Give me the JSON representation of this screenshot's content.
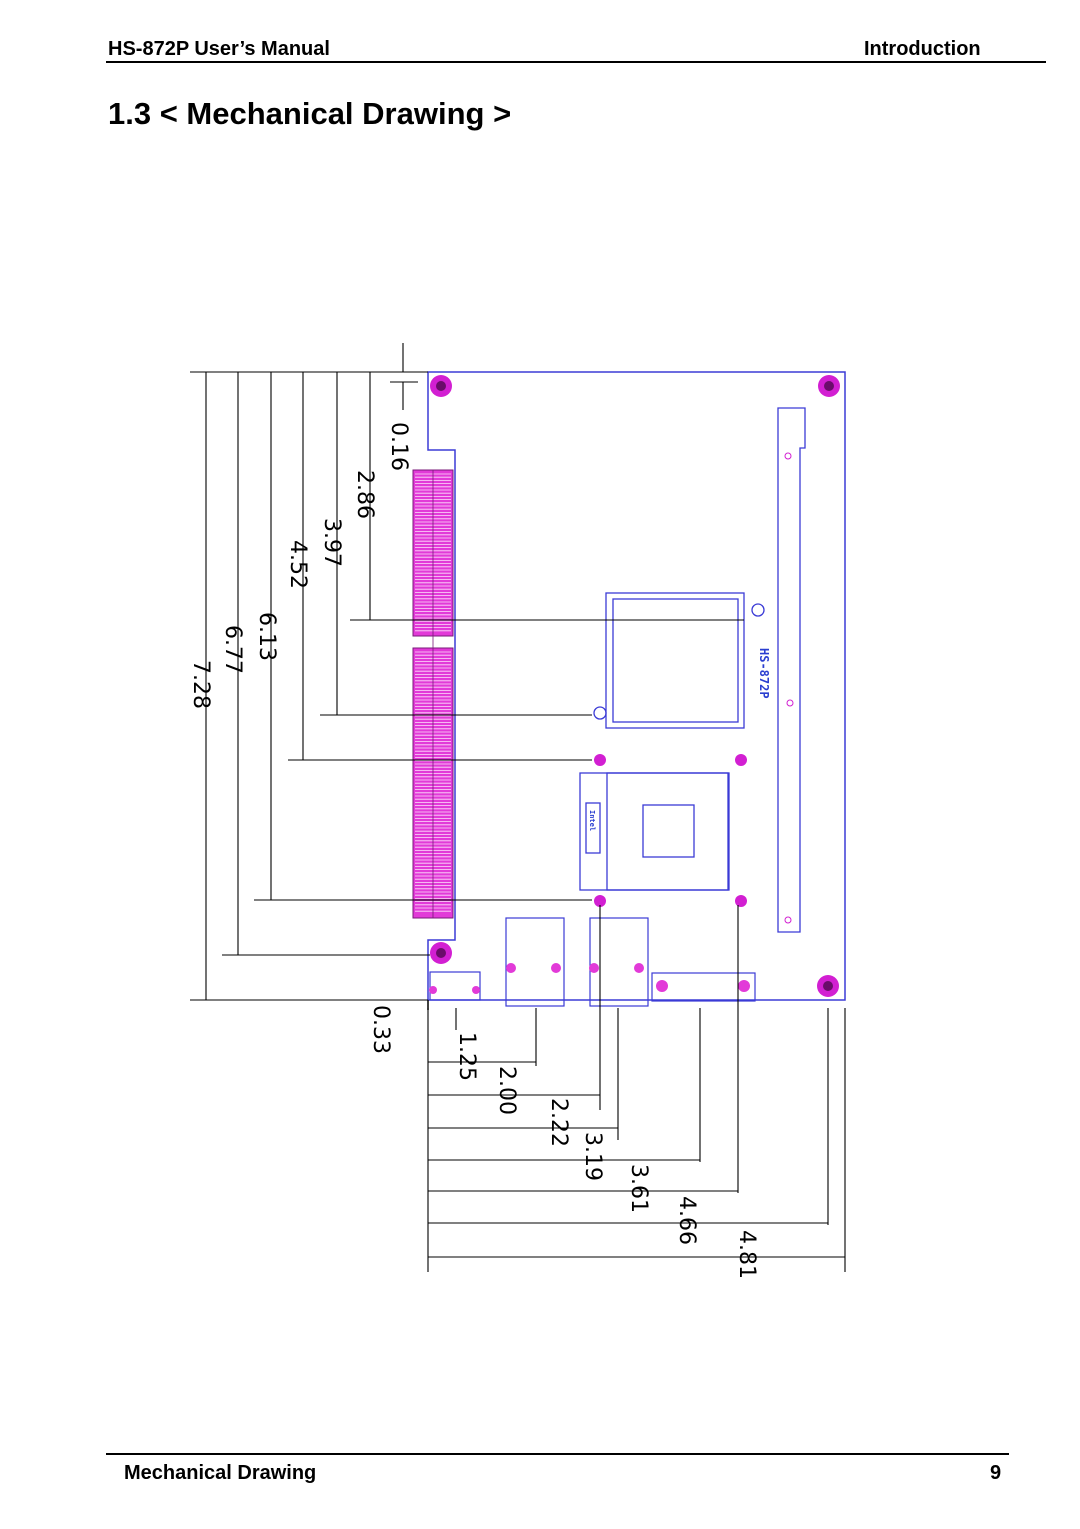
{
  "header": {
    "manual_title": "HS-872P User’s Manual",
    "section": "Introduction"
  },
  "page_title": "1.3 < Mechanical Drawing >",
  "drawing": {
    "board_label": "HS-872P",
    "chip_label": "Intel",
    "vertical_dimensions": [
      "0.16",
      "2.86",
      "3.97",
      "4.52",
      "6.13",
      "6.77",
      "7.28"
    ],
    "horizontal_dimensions": [
      "0.33",
      "1.25",
      "2.00",
      "2.22",
      "3.19",
      "3.61",
      "4.66",
      "4.81"
    ],
    "colors": {
      "board_outline": "#3b3bd6",
      "mount_hole": "#d21fd2",
      "connector": "#e23ad8",
      "dimension_line": "#000000"
    }
  },
  "footer": {
    "section": "Mechanical Drawing",
    "page_number": "9"
  }
}
